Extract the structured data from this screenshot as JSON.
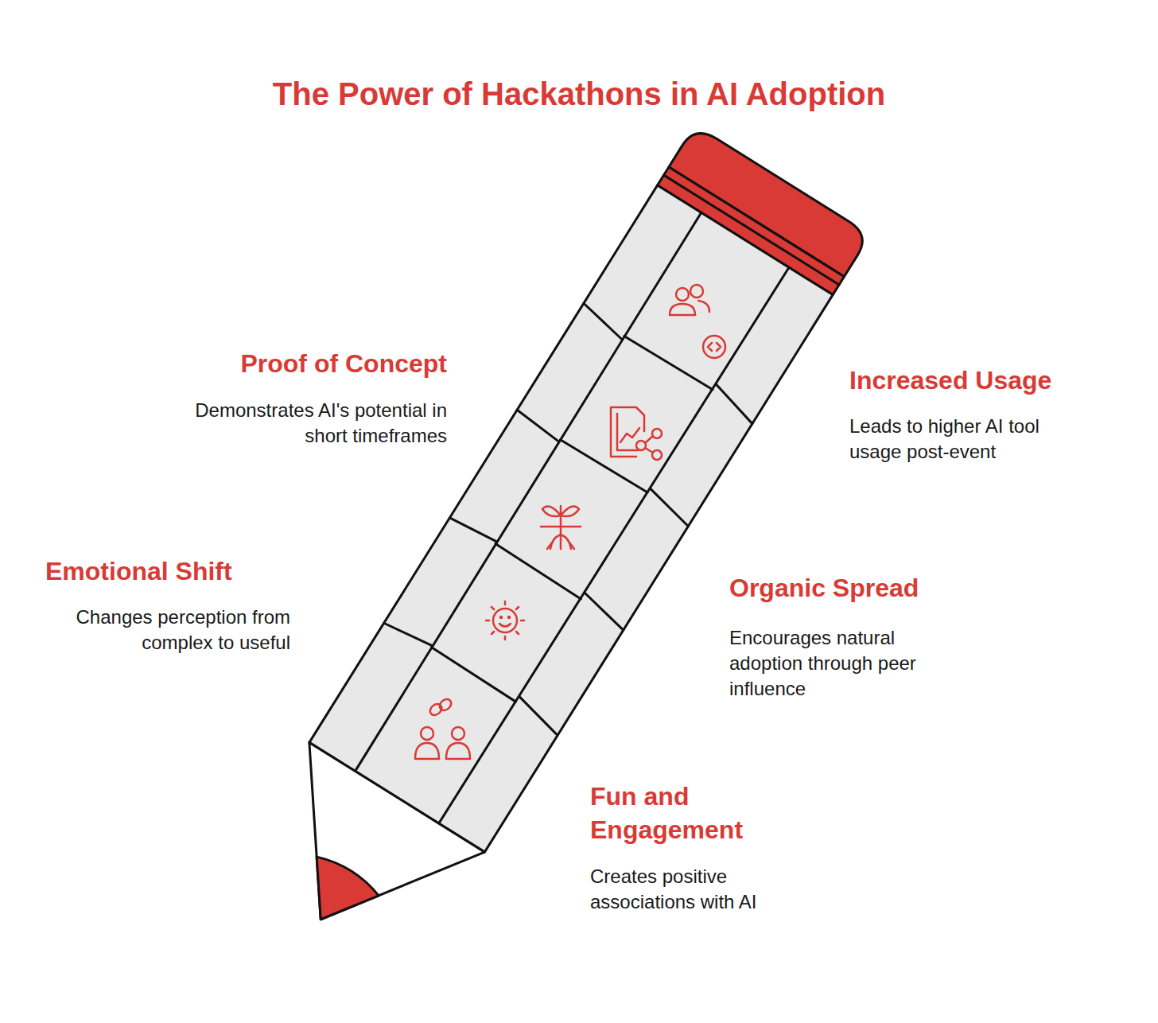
{
  "diagram": {
    "title": "The Power of Hackathons in AI Adoption",
    "labels": [
      "Proof of Concept",
      "Demonstrates AI's potential in short timeframes",
      "Increased Usage",
      "Leads to higher AI tool usage post-event",
      "Emotional Shift",
      "Changes perception from complex to useful",
      "Organic Spread",
      "Encourages natural adoption through peer influence",
      "Fun and Engagement",
      "Creates positive associations with AI"
    ]
  }
}
